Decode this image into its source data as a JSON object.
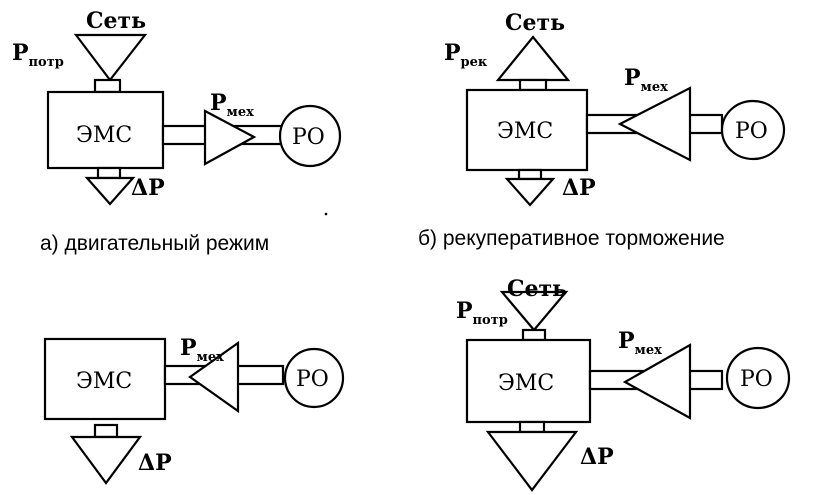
{
  "labels": {
    "ems": "ЭМС",
    "ro": "РО",
    "net": "Сеть",
    "p": "P",
    "dp": "ΔР",
    "sub_potr": "потр",
    "sub_rek": "рек",
    "sub_mekh": "мех"
  },
  "captions": {
    "a": "а) двигательный режим",
    "b": "б) рекуперативное торможение"
  }
}
